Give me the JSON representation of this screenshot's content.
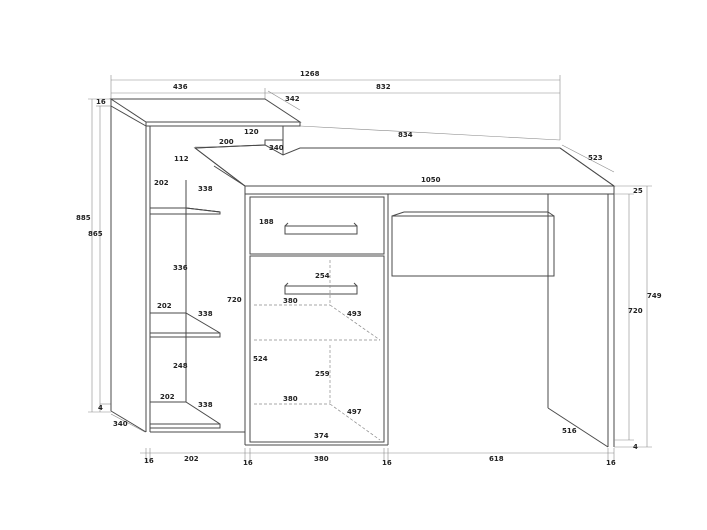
{
  "dimensions": {
    "top_total_width": "1268",
    "top_left_width": "436",
    "top_right_width": "832",
    "top_thickness_left": "16",
    "shelf_depth_top": "342",
    "upper_shelf_width": "120",
    "upper_desk_offset": "200",
    "upper_shelf_depth": "340",
    "desk_depth_width": "834",
    "desk_right_depth": "523",
    "desk_step": "112",
    "desk_top_width": "1050",
    "desktop_thickness": "25",
    "shelf1_width": "202",
    "shelf1_depth": "338",
    "shelf_gap_upper": "336",
    "shelf2_width": "202",
    "shelf2_depth": "338",
    "shelf_gap_lower": "248",
    "shelf3_width": "202",
    "shelf3_depth": "338",
    "overall_height": "885",
    "shelf_unit_height": "865",
    "plinth_height": "4",
    "side_depth": "340",
    "drawer_height": "188",
    "cabinet_height": "720",
    "door_inner_height_upper": "254",
    "door_inner_width_upper": "380",
    "inner_depth_upper": "493",
    "cabinet_inner_depth": "524",
    "door_inner_height_lower": "259",
    "door_inner_width_lower": "380",
    "inner_depth_lower": "497",
    "cabinet_bottom_width": "374",
    "desk_leg_depth": "516",
    "right_height_overall": "749",
    "right_height_leg": "720",
    "right_foot": "4",
    "bottom_left_panel": "16",
    "bottom_shelf_width": "202",
    "bottom_gap_panel": "16",
    "bottom_cabinet_width": "380",
    "bottom_cabinet_panel": "16",
    "bottom_knee_width": "618",
    "bottom_right_panel": "16"
  }
}
